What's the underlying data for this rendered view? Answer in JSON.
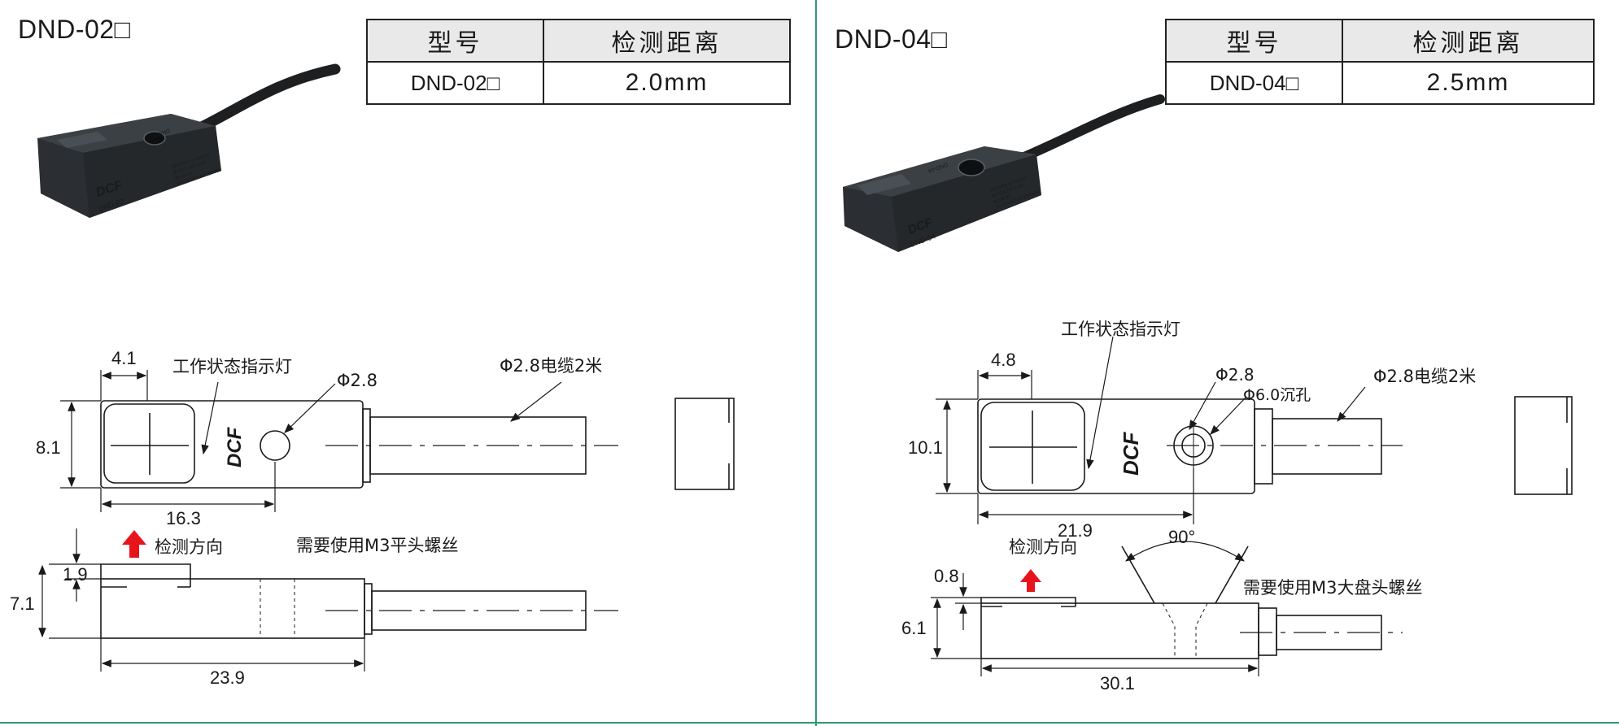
{
  "left": {
    "title": "DND-02□",
    "table": {
      "header": [
        "型号",
        "检测距离"
      ],
      "row": [
        "DND-02□",
        "2.0mm"
      ]
    },
    "photo": {
      "brand": "DCF",
      "model": "DND-02",
      "side_label": "DND-02",
      "wiring": [
        "BROWN:12-30VDC",
        "BLACK:NPN.NO",
        "BLUE:0V",
        "SN:24VW DA2YBC656"
      ]
    },
    "labels": {
      "led": "工作状态指示灯",
      "hole": "Φ2.8",
      "cable": "Φ2.8电缆2米",
      "direction": "检测方向",
      "screw": "需要使用M3平头螺丝",
      "brand_mark": "DCF"
    },
    "dims": {
      "w_top": "4.1",
      "h_front": "8.1",
      "len_front": "16.3",
      "step": "1.9",
      "h_side": "7.1",
      "len_side": "23.9"
    }
  },
  "right": {
    "title": "DND-04□",
    "table": {
      "header": [
        "型号",
        "检测距离"
      ],
      "row": [
        "DND-04□",
        "2.5mm"
      ]
    },
    "photo": {
      "brand": "DCF",
      "model": "DND-04",
      "side_label": "DND-04",
      "wiring": [
        "BROWN:12-30VDC",
        "BLACK:NPN.NO",
        "BLUE:0V",
        "SN:24VW DA2YBC656"
      ]
    },
    "labels": {
      "led": "工作状态指示灯",
      "hole": "Φ2.8",
      "counterbore": "Φ6.0沉孔",
      "cable": "Φ2.8电缆2米",
      "direction": "检测方向",
      "screw": "需要使用M3大盘头螺丝",
      "angle": "90°",
      "brand_mark": "DCF"
    },
    "dims": {
      "w_top": "4.8",
      "h_front": "10.1",
      "len_front": "21.9",
      "step": "0.8",
      "h_side": "6.1",
      "len_side": "30.1"
    }
  },
  "colors": {
    "divider": "#2d9a6e",
    "arrow_red": "#e8141c",
    "table_header_bg": "#e9e9e9",
    "sensor_body": "#2b2f33"
  }
}
